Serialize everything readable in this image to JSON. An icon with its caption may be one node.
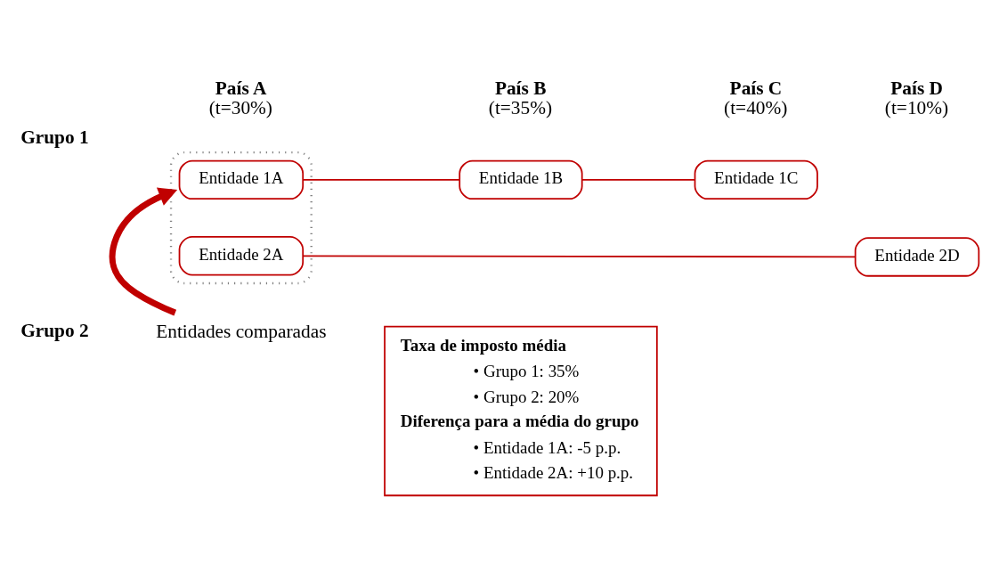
{
  "diagram": {
    "nodes": [
      {
        "text": [],
        "shape": "box"
      },
      {
        "text": [
          "Entidade 1A"
        ],
        "in": 0
      },
      {
        "text": [
          "Entidade 2A"
        ],
        "in": 0
      },
      {
        "text": [
          "Entidade 1B"
        ]
      },
      {
        "text": [
          "Entidade 1C"
        ]
      },
      {
        "text": [
          "Entidade 2D"
        ]
      },
      {
        "text": [
          "Entidades comparadas"
        ]
      },
      {
        "text": [
          "Taxa de imposto média",
          "• Grupo 1: 35%",
          "• Grupo 2: 20%",
          "Diferença para a média do grupo",
          "• Entidade 1A: -5 p.p.",
          "• Entidade 2A: +10 p.p."
        ]
      }
    ],
    "edges": [
      {
        "from": 1,
        "to": 3,
        "arrow": "none"
      },
      {
        "from": 3,
        "to": 4,
        "arrow": "none"
      },
      {
        "from": 2,
        "to": 5,
        "arrow": "none"
      },
      {
        "from": 6,
        "to": 0,
        "arrow": "to",
        "style": "thick"
      }
    ],
    "labels": [
      "País A",
      "(t=30%)",
      "País B",
      "(t=35%)",
      "País C",
      "(t=40%)",
      "País D",
      "(t=10%)",
      "Grupo 1",
      "Grupo 2"
    ]
  }
}
